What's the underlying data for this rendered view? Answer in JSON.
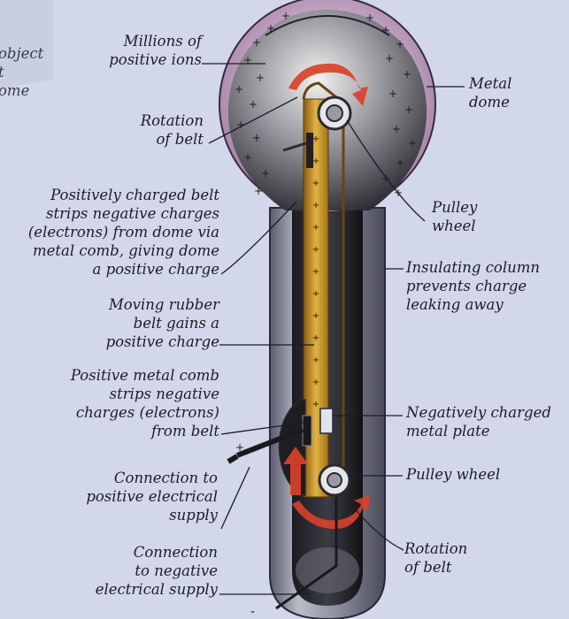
{
  "colors": {
    "background": "#d2d8ea",
    "dome_outer": "#b795b6",
    "belt": "#d7a93a",
    "arrow": "#d9412a",
    "label_text": "#1c1c28"
  },
  "labels": {
    "partial_object": [
      "object",
      "t",
      "ome"
    ],
    "millions_ions": [
      "Millions of",
      "positive ions"
    ],
    "metal_dome": [
      "Metal",
      "dome"
    ],
    "rotation_top": [
      "Rotation",
      "of belt"
    ],
    "positively_charged_belt": [
      "Positively charged belt",
      "strips negative charges",
      "(electrons) from dome via",
      "metal comb, giving dome",
      "a positive charge"
    ],
    "pulley_top": [
      "Pulley",
      "wheel"
    ],
    "insulating_column": [
      "Insulating column",
      "prevents charge",
      "leaking away"
    ],
    "moving_belt": [
      "Moving rubber",
      "belt gains a",
      "positive charge"
    ],
    "positive_comb": [
      "Positive metal comb",
      "strips negative",
      "charges (electrons)",
      "from belt"
    ],
    "negative_plate": [
      "Negatively charged",
      "metal plate"
    ],
    "pulley_bottom": [
      "Pulley wheel"
    ],
    "connection_positive": [
      "Connection to",
      "positive electrical",
      "supply"
    ],
    "rotation_bottom": [
      "Rotation",
      "of belt"
    ],
    "connection_negative": [
      "Connection",
      "to negative",
      "electrical supply"
    ]
  }
}
